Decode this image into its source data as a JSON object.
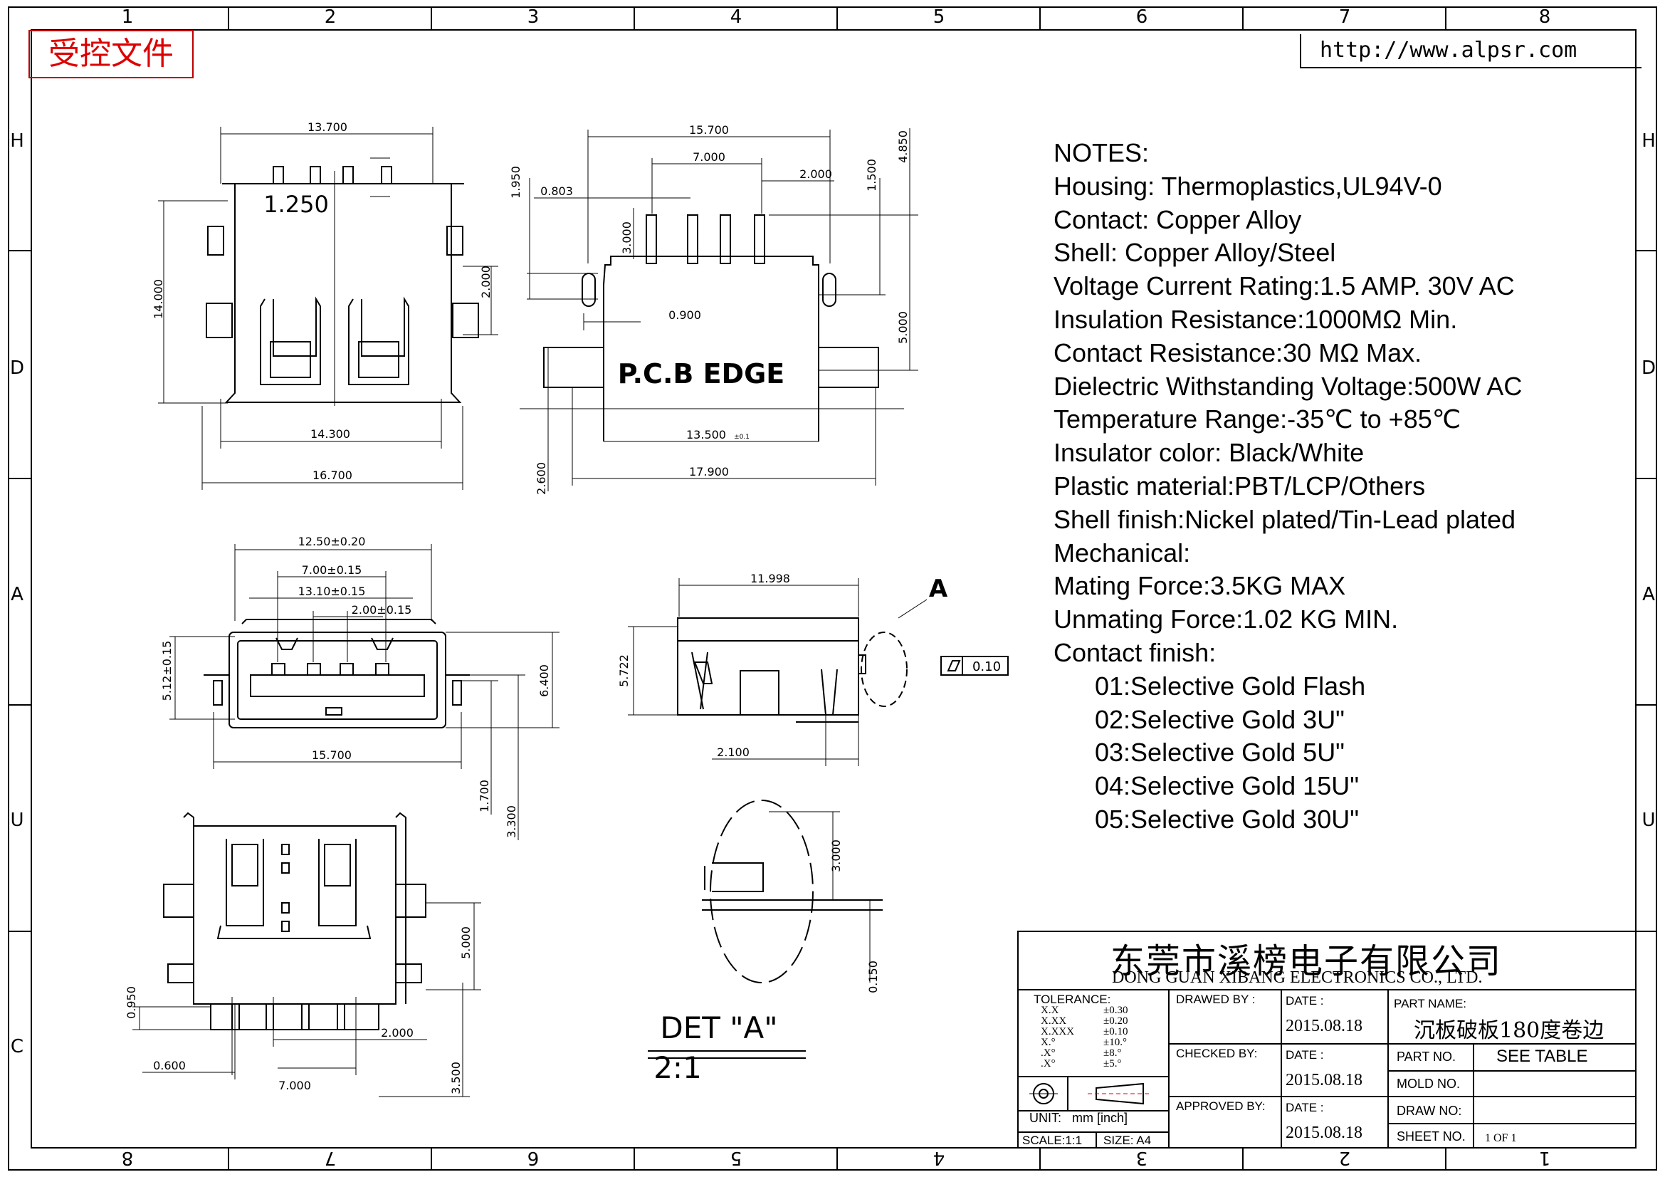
{
  "stamp": "受控文件",
  "url": "http://www.alpsr.com",
  "border": {
    "top_numbers": [
      "1",
      "2",
      "3",
      "4",
      "5",
      "6",
      "7",
      "8"
    ],
    "bottom_numbers": [
      "8",
      "7",
      "6",
      "5",
      "4",
      "3",
      "2",
      "1"
    ],
    "side_letters": [
      "H",
      "D",
      "A",
      "U",
      "C"
    ]
  },
  "notes": {
    "heading": "NOTES:",
    "lines": [
      "Housing:  Thermoplastics,UL94V-0",
      "Contact:  Copper  Alloy",
      "Shell:  Copper  Alloy/Steel",
      "Voltage Current Rating:1.5  AMP.  30V  AC",
      "Insulation  Resistance:1000MΩ  Min.",
      "Contact  Resistance:30  MΩ  Max.",
      "Dielectric  Withstanding  Voltage:500W  AC",
      "Temperature  Range:-35℃  to  +85℃",
      "Insulator  color:  Black/White",
      "Plastic  material:PBT/LCP/Others",
      "Shell  finish:Nickel  plated/Tin-Lead  plated",
      "Mechanical:",
      "Mating  Force:3.5KG  MAX",
      "Unmating  Force:1.02  KG  MIN.",
      "Contact  finish:"
    ],
    "finish_options": [
      "01:Selective  Gold  Flash",
      "02:Selective  Gold  3U\"",
      "03:Selective  Gold  5U\"",
      "04:Selective  Gold  15U\"",
      "05:Selective  Gold  30U\""
    ]
  },
  "views": {
    "top": {
      "dims": [
        "13.700",
        "1.250",
        "14.000",
        "2.000",
        "14.300",
        "16.700"
      ]
    },
    "pcb": {
      "label": "P.C.B EDGE",
      "dims": [
        "15.700",
        "7.000",
        "2.000",
        "1.950",
        "0.803",
        "3.000",
        "1.500",
        "4.850",
        "0.900",
        "5.000",
        "13.500",
        "2.600",
        "17.900"
      ],
      "tol_mark": "±0.1"
    },
    "front": {
      "dims": [
        "12.50±0.20",
        "7.00±0.15",
        "13.10±0.15",
        "2.00±0.15",
        "5.12±0.15",
        "6.400",
        "15.700"
      ]
    },
    "side": {
      "dims": [
        "11.998",
        "5.722",
        "2.100"
      ],
      "detail_callout": "A",
      "flatness": "0.10"
    },
    "bottom": {
      "dims": [
        "1.700",
        "3.300",
        "5.000",
        "0.950",
        "0.600",
        "2.000",
        "7.000",
        "3.500"
      ]
    },
    "detail": {
      "title": "DET  \"A\"",
      "scale": "2:1",
      "dims": [
        "3.000",
        "0.150"
      ]
    }
  },
  "title_block": {
    "company_cn": "东莞市溪榜电子有限公司",
    "company_en": "DONG  GUAN  XIBANG  ELECTRONICS  CO.,  LTD.",
    "tolerance_label": "TOLERANCE:",
    "tolerances": [
      {
        "fmt": "X.X",
        "val": "±0.30"
      },
      {
        "fmt": "X.XX",
        "val": "±0.20"
      },
      {
        "fmt": "X.XXX",
        "val": "±0.10"
      },
      {
        "fmt": "X.°",
        "val": "±10.°"
      },
      {
        "fmt": ".X°",
        "val": "±8.°"
      },
      {
        "fmt": ".X°",
        "val": "±5.°"
      }
    ],
    "unit_label": "UNIT:",
    "unit_value": "mm  [inch]",
    "scale_label": "SCALE:1:1",
    "size_label": "SIZE:  A4",
    "drawn_label": "DRAWED  BY :",
    "checked_label": "CHECKED  BY:",
    "approved_label": "APPROVED  BY:",
    "date_label": "DATE  :",
    "dates": [
      "2015.08.18",
      "2015.08.18",
      "2015.08.18"
    ],
    "part_name_label": "PART  NAME:",
    "part_name": "沉板破板180度卷边",
    "part_no_label": "PART  NO.",
    "part_no_value": "SEE  TABLE",
    "mold_no_label": "MOLD  NO.",
    "draw_no_label": "DRAW  NO:",
    "sheet_no_label": "SHEET  NO.",
    "sheet_value": "1  OF  1"
  }
}
